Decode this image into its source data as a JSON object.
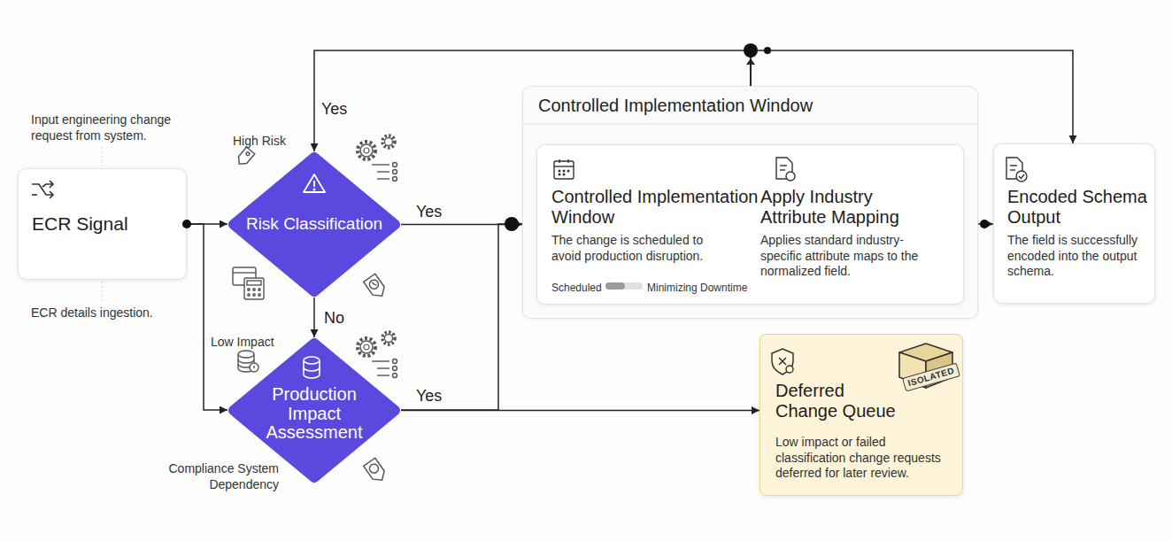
{
  "diagram": {
    "nodes": [
      {
        "text": [
          "ECR Signal"
        ]
      },
      {
        "text": [
          "Risk Classification"
        ]
      },
      {
        "text": [
          "Production Impact Assessment"
        ]
      },
      {
        "text": [
          "Controlled Implementation Window"
        ]
      },
      {
        "text": [
          "Controlled Implementation Window",
          "The change is scheduled to avoid production disruption.",
          "Scheduled",
          "Minimizing Downtime"
        ],
        "in": 3
      },
      {
        "text": [
          "Apply Industry Attribute Mapping",
          "Applies standard industry-specific attribute maps to the normalized field."
        ],
        "in": 3
      },
      {
        "text": [
          "Encoded Schema Output",
          "The field is successfully encoded into the output schema."
        ]
      },
      {
        "text": [
          "Deferred Change Queue",
          "Low impact or failed classification change requests deferred for later review."
        ]
      }
    ],
    "edges": [
      {
        "from": 0,
        "to": 1,
        "arrow": "to"
      },
      {
        "from": 0,
        "to": 2,
        "arrow": "to"
      },
      {
        "from": 1,
        "to": 2,
        "label": "No",
        "arrow": "to"
      },
      {
        "from": 1,
        "to": 3,
        "label": "Yes",
        "arrow": "to"
      },
      {
        "from": 2,
        "to": 3,
        "label": "Yes",
        "arrow": "to"
      },
      {
        "from": 2,
        "to": 7,
        "arrow": "to"
      },
      {
        "from": 3,
        "to": 6,
        "arrow": "to"
      },
      {
        "from": 3,
        "to": 1,
        "label": "Yes",
        "arrow": "to"
      },
      {
        "from": 3,
        "to": 6,
        "arrow": "to"
      }
    ],
    "labels": [
      "Input engineering change request from system.",
      "ECR details ingestion.",
      "High Risk",
      "Low Impact",
      "Compliance System Dependency",
      "ISOLATED"
    ]
  }
}
